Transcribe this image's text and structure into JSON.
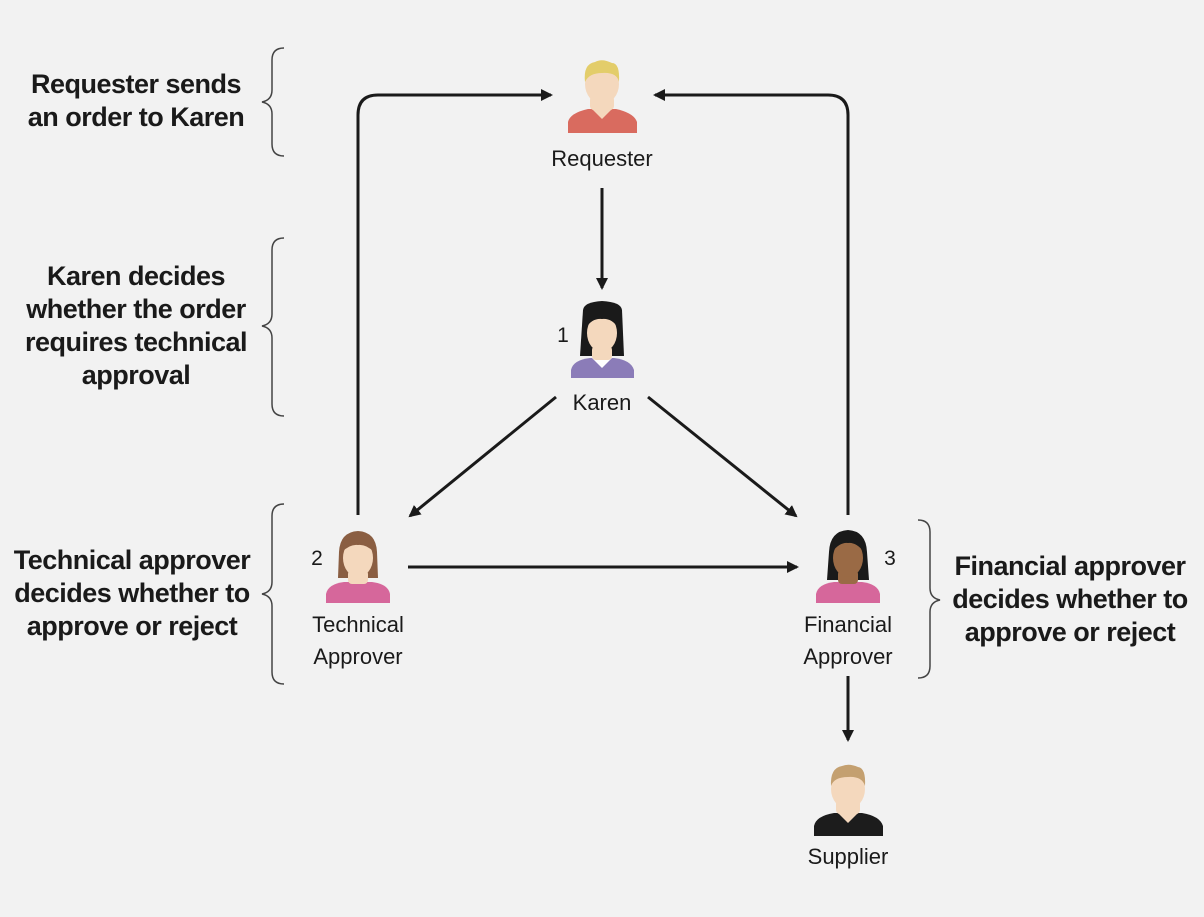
{
  "nodes": {
    "requester": {
      "label": "Requester"
    },
    "karen": {
      "label": "Karen",
      "number": "1"
    },
    "technical": {
      "label_line1": "Technical",
      "label_line2": "Approver",
      "number": "2"
    },
    "financial": {
      "label_line1": "Financial",
      "label_line2": "Approver",
      "number": "3"
    },
    "supplier": {
      "label": "Supplier"
    }
  },
  "annotations": {
    "requester_sends": {
      "line1": "Requester sends",
      "line2": "an order to Karen"
    },
    "karen_decides": {
      "line1": "Karen decides",
      "line2": "whether the order",
      "line3": "requires technical",
      "line4": "approval"
    },
    "technical_decides": {
      "line1": "Technical approver",
      "line2": "decides whether to",
      "line3": "approve or reject"
    },
    "financial_decides": {
      "line1": "Financial approver",
      "line2": "decides whether to",
      "line3": "approve or reject"
    }
  },
  "colors": {
    "background": "#f2f2f2",
    "arrow": "#1a1a1a",
    "brace": "#444444",
    "requester_shirt": "#d96b5f",
    "karen_shirt": "#8b7cb8",
    "technical_shirt": "#d6679b",
    "financial_shirt": "#d6679b",
    "supplier_shirt": "#1c1c1c",
    "skin_light": "#f4d8bd",
    "skin_dark": "#9a6a45"
  }
}
